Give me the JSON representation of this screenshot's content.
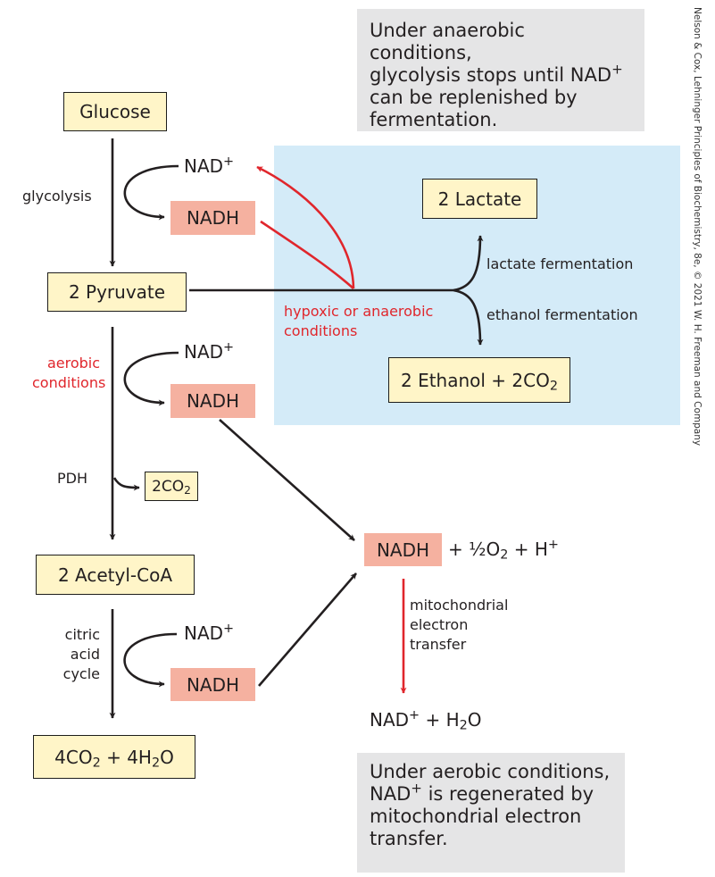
{
  "credit": "Nelson & Cox, Lehninger Principles of Biochemistry, 8e, © 2021 W. H. Freeman and Company",
  "notes": {
    "anaerobic": [
      "Under anaerobic conditions,",
      "glycolysis stops until NAD",
      "+",
      "can be replenished by",
      "fermentation."
    ],
    "aerobic": [
      "Under aerobic conditions,",
      "NAD",
      "+",
      " is regenerated by",
      "mitochondrial electron",
      "transfer."
    ]
  },
  "nodes": {
    "glucose": "Glucose",
    "pyruvate": "2 Pyruvate",
    "acetyl_coa": "2 Acetyl-CoA",
    "co2_h2o": [
      "4CO",
      "2",
      " + 4H",
      "2",
      "O"
    ],
    "lactate": "2 Lactate",
    "ethanol": [
      "2 Ethanol + 2CO",
      "2"
    ],
    "co2_small": [
      "2CO",
      "2"
    ]
  },
  "cofactors": {
    "nad": "NAD",
    "plus": "+",
    "nadh": "NADH"
  },
  "labels": {
    "glycolysis": "glycolysis",
    "aerobic": [
      "aerobic",
      "conditions"
    ],
    "pdh": "PDH",
    "citric": [
      "citric",
      "acid",
      "cycle"
    ],
    "hypoxic": [
      "hypoxic or anaerobic",
      "conditions"
    ],
    "lactate_fermentation": "lactate fermentation",
    "ethanol_fermentation": "ethanol fermentation",
    "mito": [
      "mitochondrial",
      "electron",
      "transfer"
    ]
  },
  "equation": {
    "lhs": [
      "+ ½O",
      "2",
      " + H",
      "+"
    ],
    "rhs": [
      "NAD",
      "+",
      " + H",
      "2",
      "O"
    ]
  },
  "colors": {
    "red": "#e0262c",
    "node_fill": "#fff5c8",
    "nadh_fill": "#f5b1a0",
    "blue_panel": "#d4ebf8",
    "note_gray": "#e5e5e6"
  }
}
